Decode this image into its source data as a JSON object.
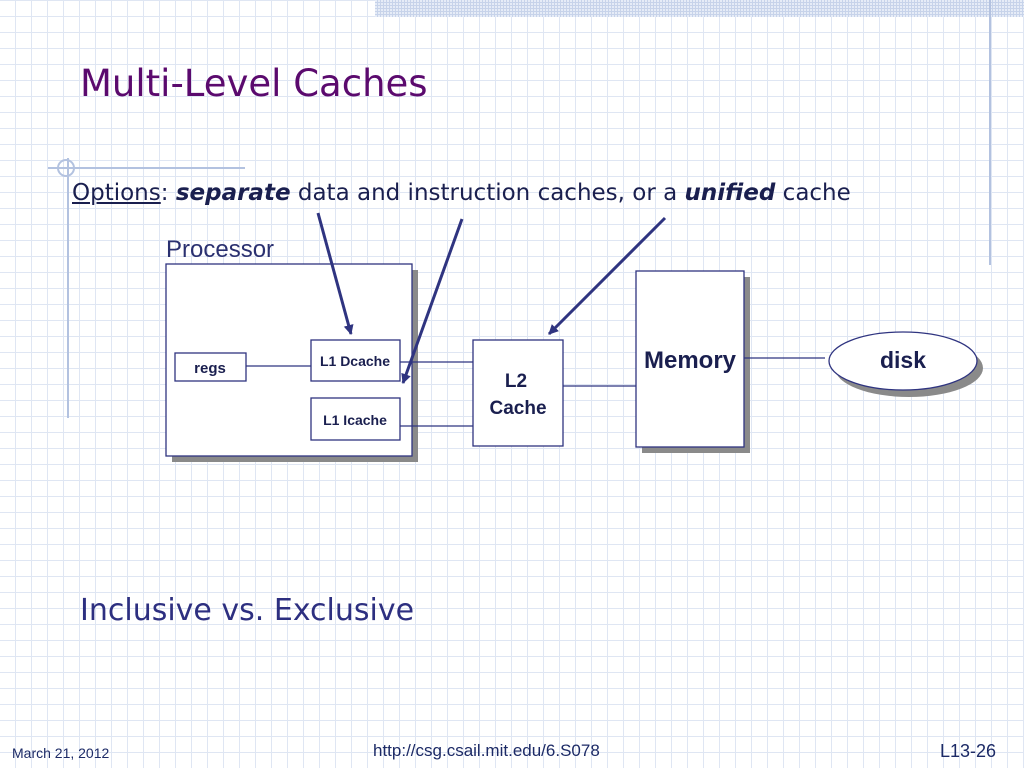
{
  "slide": {
    "title": "Multi-Level Caches",
    "options": {
      "label": "Options",
      "colon": ": ",
      "separate": "separate",
      "mid": " data and instruction caches, or a ",
      "unified": "unified",
      "end": " cache"
    },
    "subheading": "Inclusive vs. Exclusive"
  },
  "diagram": {
    "processor_label": "Processor",
    "regs": "regs",
    "l1_dcache": "L1 Dcache",
    "l1_icache": "L1 Icache",
    "l2_line1": "L2",
    "l2_line2": "Cache",
    "memory": "Memory",
    "disk": "disk"
  },
  "footer": {
    "date": "March 21, 2012",
    "url": "http://csg.csail.mit.edu/6.S078",
    "slide_number": "L13-26"
  },
  "colors": {
    "title": "#5b0a6e",
    "body_text": "#1a1f4f",
    "diagram_line": "#2f3480",
    "grid": "#dfe6f3"
  }
}
